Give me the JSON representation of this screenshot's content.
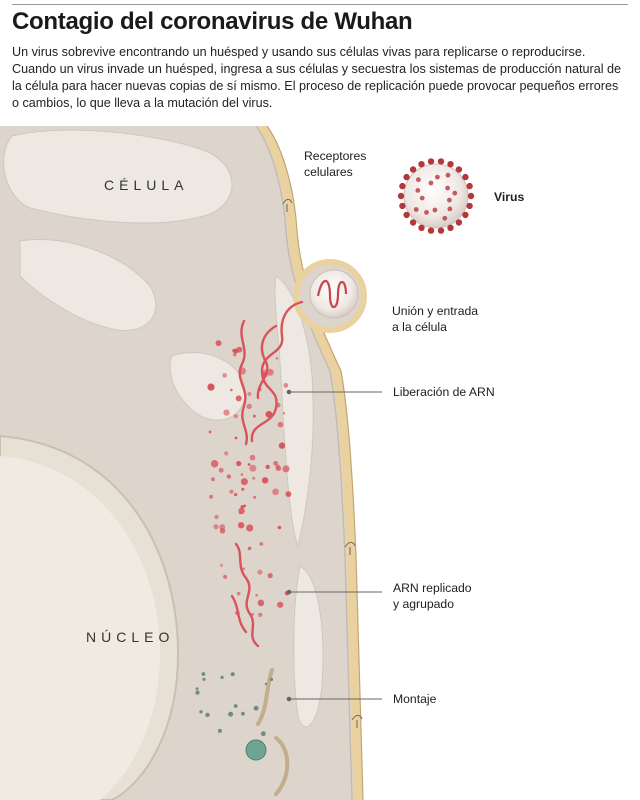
{
  "header": {
    "title": "Contagio del coronavirus de Wuhan",
    "intro": "Un virus sobrevive encontrando un huésped y usando sus células vivas para replicarse o reproducirse. Cuando un virus invade un huésped, ingresa a sus células y secuestra los sistemas de producción natural de la célula para hacer nuevas copias de sí mismo. El proceso de replicación puede provocar pequeños errores o cambios, lo que lleva a la mutación del virus."
  },
  "diagram": {
    "cell_label": "CÉLULA",
    "nucleus_label": "NÚCLEO",
    "receptors_line1": "Receptores",
    "receptors_line2": "celulares",
    "virus_label": "Virus",
    "entry_line1": "Unión y entrada",
    "entry_line2": "a la célula",
    "rna_release": "Liberación de ARN",
    "rna_replicated_line1": "ARN replicado",
    "rna_replicated_line2": "y agrupado",
    "assembly": "Montaje"
  },
  "colors": {
    "cytoplasm": "#ddd5cc",
    "membrane": "#ead2a0",
    "rna": "#d9535b",
    "virus_spike": "#b4373c",
    "organelle": "#ede8e1"
  }
}
